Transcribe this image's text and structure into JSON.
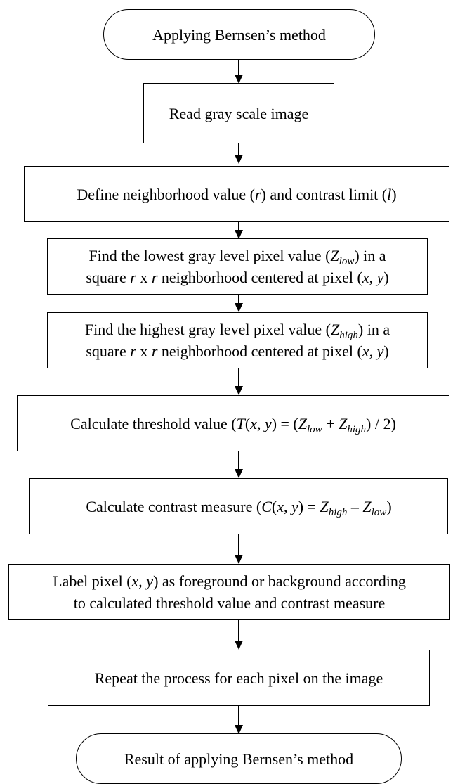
{
  "flowchart": {
    "start": {
      "text": "Applying Bernsen’s method"
    },
    "step_read": {
      "text": "Read gray scale image"
    },
    "step_define": {
      "pre": "Define neighborhood value (",
      "r": "r",
      "mid": ") and contrast limit (",
      "l": "l",
      "post": ")"
    },
    "step_low": {
      "l1_pre": "Find the lowest gray level pixel value (",
      "z": "Z",
      "sub": "low",
      "l1_post": ") in a",
      "l2_a": "square ",
      "r1": "r",
      "l2_b": " x ",
      "r2": "r",
      "l2_c": " neighborhood centered at pixel (",
      "x": "x",
      "comma": ", ",
      "y": "y",
      "l2_d": ")"
    },
    "step_high": {
      "l1_pre": "Find the highest gray level pixel value (",
      "z": "Z",
      "sub": "high",
      "l1_post": ") in a",
      "l2_a": "square ",
      "r1": "r",
      "l2_b": " x ",
      "r2": "r",
      "l2_c": " neighborhood centered at pixel (",
      "x": "x",
      "comma": ", ",
      "y": "y",
      "l2_d": ")"
    },
    "step_threshold": {
      "pre": "Calculate threshold value (",
      "t": "T",
      "p1": "(",
      "x": "x",
      "comma": ", ",
      "y": "y",
      "p2": ") = (",
      "z1": "Z",
      "s1": "low",
      "plus": " + ",
      "z2": "Z",
      "s2": "high",
      "post": ") / 2)"
    },
    "step_contrast": {
      "pre": "Calculate contrast measure (",
      "c": "C",
      "p1": "(",
      "x": "x",
      "comma": ", ",
      "y": "y",
      "p2": ") = ",
      "z1": "Z",
      "s1": "high",
      "minus": " – ",
      "z2": "Z",
      "s2": "low",
      "post": ")"
    },
    "step_label": {
      "l1_pre": "Label pixel (",
      "x": "x",
      "comma": ", ",
      "y": "y",
      "l1_post": ") as foreground or background according",
      "l2": "to calculated threshold value and contrast measure"
    },
    "step_repeat": {
      "text": "Repeat the process for each pixel on the image"
    },
    "end": {
      "text": "Result of applying Bernsen’s method"
    }
  }
}
